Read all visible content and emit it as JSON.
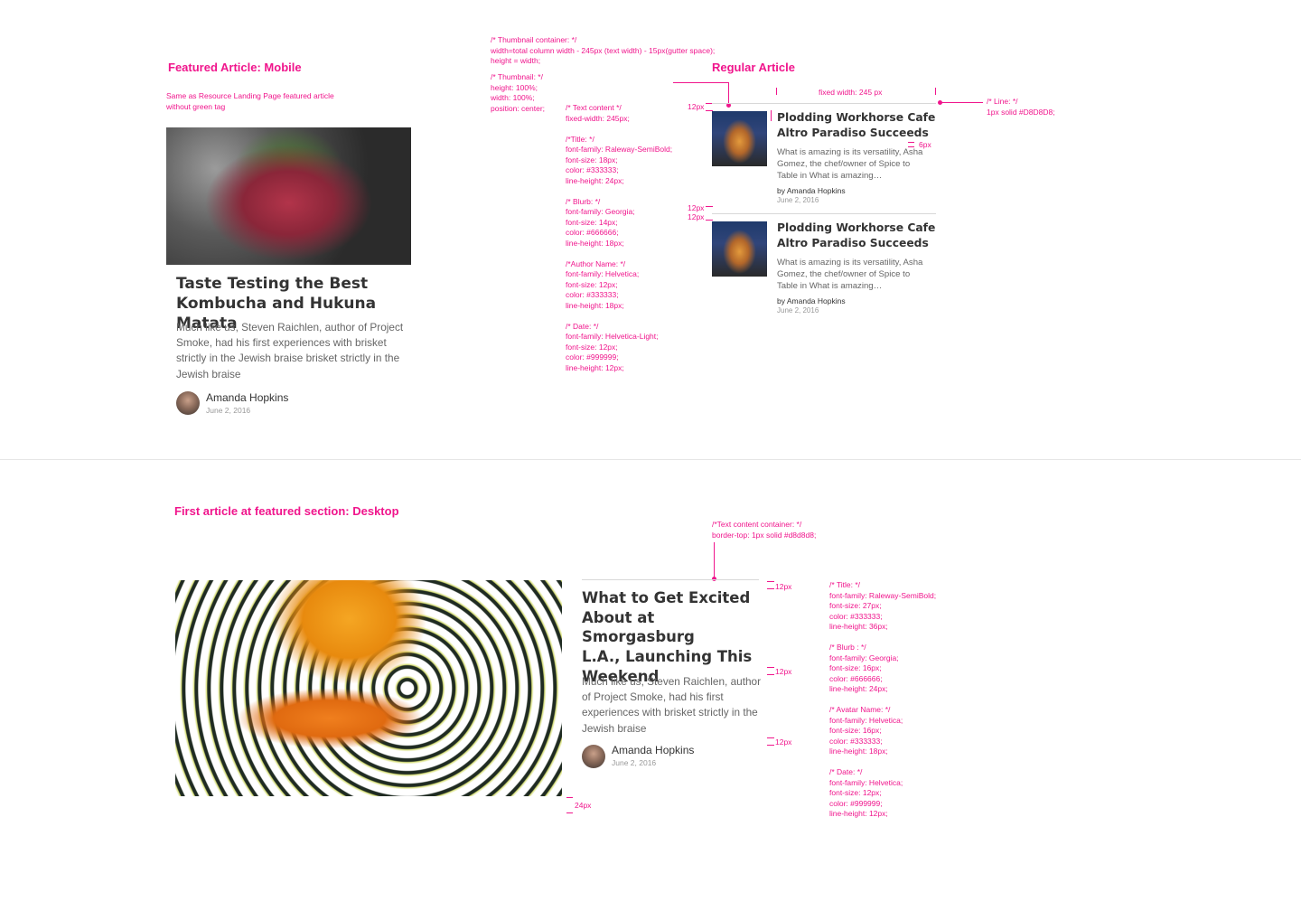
{
  "sections": {
    "featured_mobile": "Featured Article: Mobile",
    "regular": "Regular Article",
    "first_desktop": "First article at featured section: Desktop"
  },
  "notes": {
    "featured_mobile_sub": "Same as Resource Landing Page featured article\nwithout green tag",
    "thumbnail_container": "/* Thumbnail container: */\nwidth=total column width - 245px (text width) - 15px(gutter space);\nheight = width;",
    "thumbnail": "/* Thumbnail: */\nheight: 100%;\nwidth: 100%;\nposition: center;",
    "text_specs": "/* Text content */\nfixed-width: 245px;\n\n/*Title: */\nfont-family: Raleway-SemiBold;\nfont-size: 18px;\ncolor: #333333;\nline-height: 24px;\n\n/* Blurb: */\nfont-family: Georgia;\nfont-size: 14px;\ncolor: #666666;\nline-height: 18px;\n\n/*Author Name: */\nfont-family: Helvetica;\nfont-size: 12px;\ncolor: #333333;\nline-height: 18px;\n\n/* Date: */\nfont-family: Helvetica-Light;\nfont-size: 12px;\ncolor: #999999;\nline-height: 12px;",
    "line": "/* Line: */\n1px solid #D8D8D8;",
    "fixed_width": "fixed width: 245 px",
    "desktop_text_container": "/*Text content container: */\nborder-top: 1px solid #d8d8d8;",
    "desktop_specs": "/* Title: */\nfont-family: Raleway-SemiBold;\nfont-size: 27px;\ncolor: #333333;\nline-height: 36px;\n\n/* Blurb : */\nfont-family: Georgia;\nfont-size: 16px;\ncolor: #666666;\nline-height: 24px;\n\n/* Avatar Name: */\nfont-family: Helvetica;\nfont-size: 16px;\ncolor: #333333;\nline-height: 18px;\n\n/* Date: */\nfont-family: Helvetica;\nfont-size: 12px;\ncolor: #999999;\nline-height: 12px;"
  },
  "dims": {
    "d12": "12px",
    "d6": "6px",
    "d24": "24px"
  },
  "featured_article": {
    "title_line1": "Taste Testing the Best",
    "title_line2": "Kombucha and Hukuna Matata",
    "blurb_lines": [
      "Much like us, Steven Raichlen, author of Project",
      "Smoke, had his first experiences with brisket",
      "strictly in the Jewish braise brisket strictly in the",
      "Jewish braise"
    ],
    "author": "Amanda Hopkins",
    "date": "June 2, 2016"
  },
  "regular_articles": [
    {
      "title_line1": "Plodding Workhorse Cafe",
      "title_line2": "Altro Paradiso Succeeds",
      "blurb_lines": [
        "What is amazing is its versatility, Asha",
        "Gomez, the chef/owner of Spice to",
        "Table in What is amazing…"
      ],
      "author": "by Amanda Hopkins",
      "date": "June 2, 2016"
    },
    {
      "title_line1": "Plodding Workhorse Cafe",
      "title_line2": "Altro Paradiso Succeeds",
      "blurb_lines": [
        "What is amazing is its versatility, Asha",
        "Gomez, the chef/owner of Spice to",
        "Table in What is amazing…"
      ],
      "author": "by Amanda Hopkins",
      "date": "June 2, 2016"
    }
  ],
  "desktop_article": {
    "title_lines": [
      "What to Get Excited",
      "About at Smorgasburg",
      "L.A., Launching This",
      "Weekend"
    ],
    "blurb_lines": [
      "Much like us, Steven Raichlen, author",
      "of Project Smoke, had his first",
      "experiences with brisket strictly in the",
      "Jewish braise"
    ],
    "author": "Amanda Hopkins",
    "date": "June 2, 2016"
  },
  "colors": {
    "annotation": "#f0158c",
    "divider": "#d8d8d8",
    "title": "#333333",
    "blurb": "#666666",
    "date": "#999999"
  }
}
